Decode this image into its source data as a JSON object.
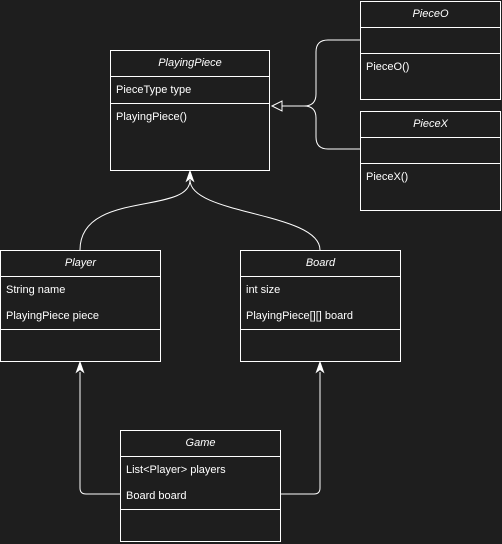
{
  "diagram": {
    "colors": {
      "background": "#1e1e1e",
      "line": "#ffffff",
      "text": "#ffffff"
    },
    "classes": {
      "playing_piece": {
        "name": "PlayingPiece",
        "attributes": [
          "PieceType type"
        ],
        "methods": [
          "PlayingPiece()"
        ]
      },
      "piece_o": {
        "name": "PieceO",
        "attributes": [],
        "methods": [
          "PieceO()"
        ]
      },
      "piece_x": {
        "name": "PieceX",
        "attributes": [],
        "methods": [
          "PieceX()"
        ]
      },
      "player": {
        "name": "Player",
        "attributes": [
          "String name",
          "PlayingPiece piece"
        ],
        "methods": []
      },
      "board": {
        "name": "Board",
        "attributes": [
          "int size",
          "PlayingPiece[][] board"
        ],
        "methods": []
      },
      "game": {
        "name": "Game",
        "attributes": [
          "List<Player> players",
          "Board board"
        ],
        "methods": []
      }
    },
    "relationships": [
      {
        "from": "PieceO",
        "to": "PlayingPiece",
        "type": "inheritance"
      },
      {
        "from": "PieceX",
        "to": "PlayingPiece",
        "type": "inheritance"
      },
      {
        "from": "Player",
        "to": "PlayingPiece",
        "type": "association"
      },
      {
        "from": "Board",
        "to": "PlayingPiece",
        "type": "association"
      },
      {
        "from": "Game",
        "to": "Player",
        "type": "association"
      },
      {
        "from": "Game",
        "to": "Board",
        "type": "association"
      }
    ]
  }
}
